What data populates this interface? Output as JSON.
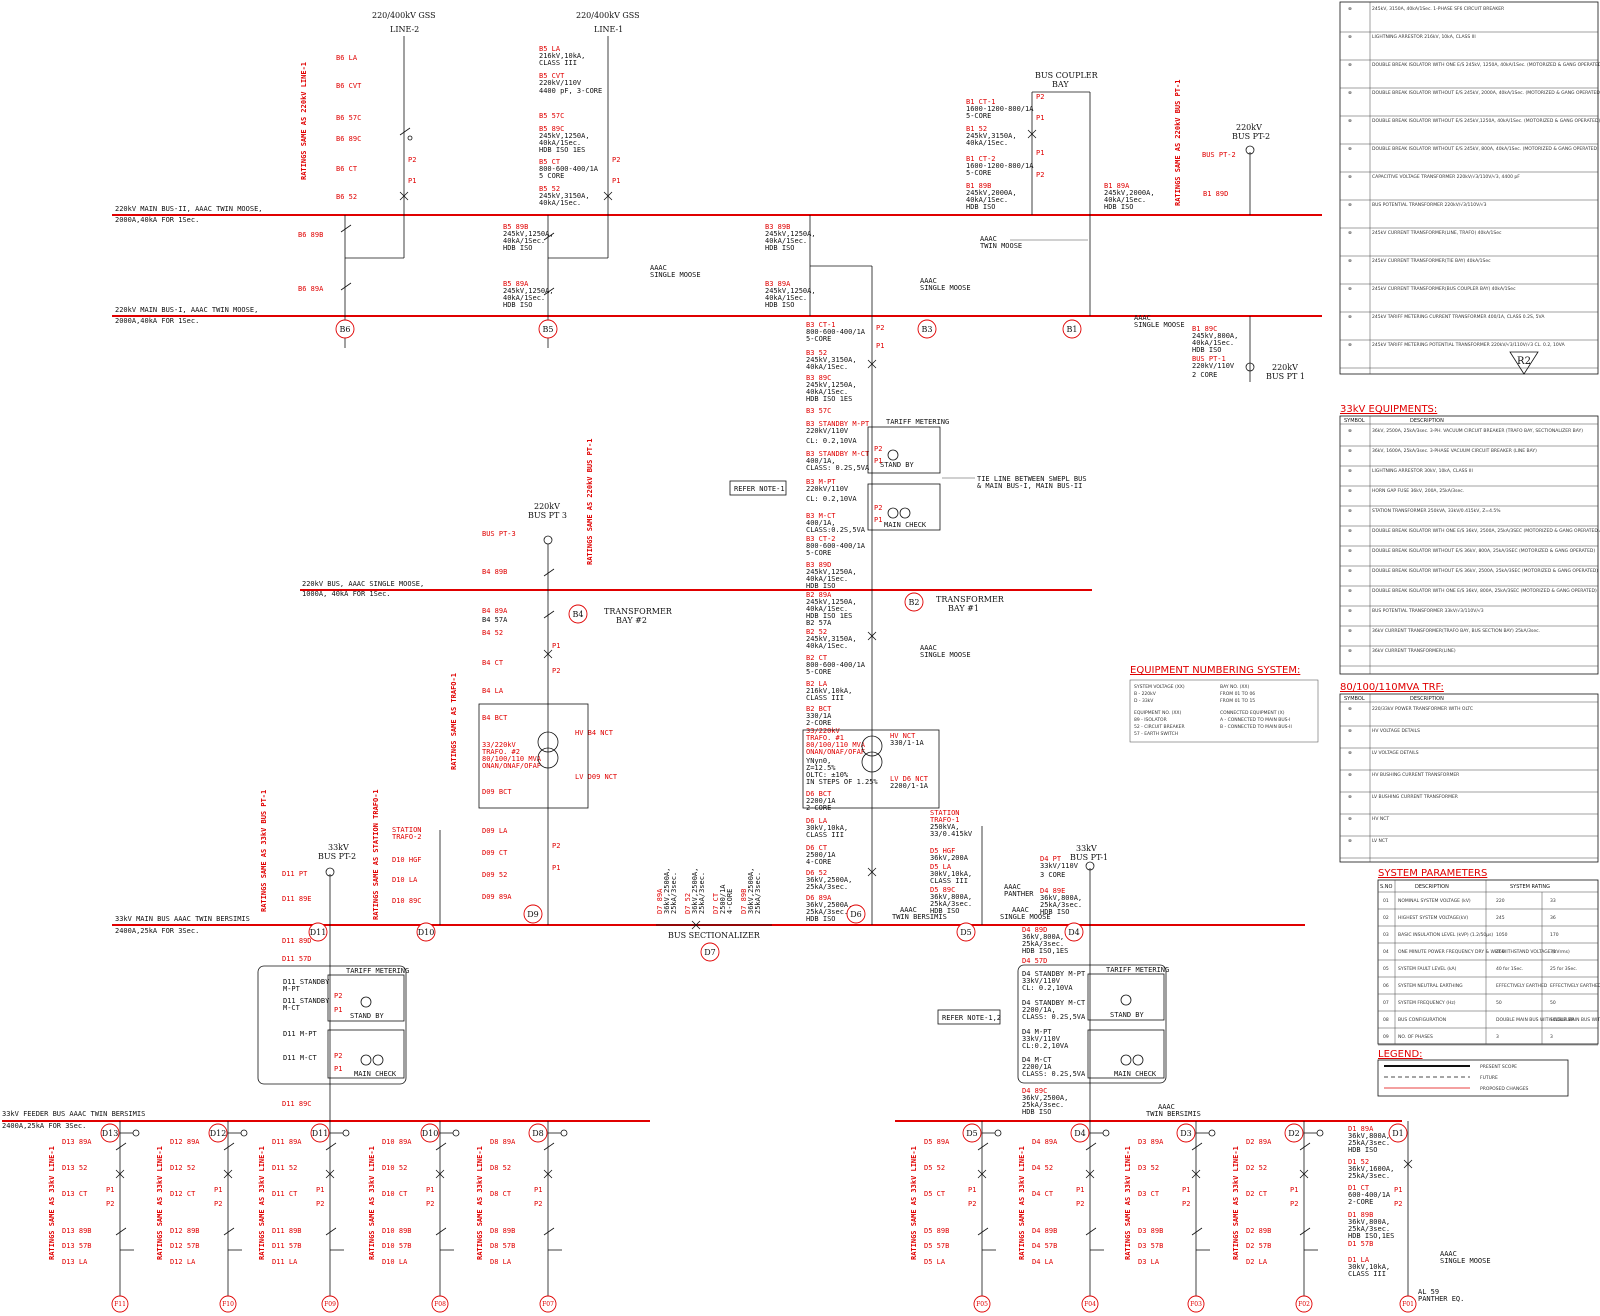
{
  "colors": {
    "bus": "#e00000",
    "label": "#e00000",
    "text": "#111111"
  },
  "top": {
    "gss_line2": "220/400kV GSS",
    "line2": "LINE-2",
    "gss_line1": "220/400kV GSS",
    "line1": "LINE-1",
    "bus_coupler": "BUS COUPLER",
    "bay": "BAY",
    "bus_pt2": "220kV",
    "bus_pt2b": "BUS PT-2",
    "bus_pt1": "220kV",
    "bus_pt1b": "BUS PT 1"
  },
  "buses": {
    "main2_a": "220kV MAIN BUS-II, AAAC TWIN MOOSE,",
    "main2_b": "2000A,40kA FOR 1Sec.",
    "main1_a": "220kV MAIN BUS-I, AAAC TWIN MOOSE,",
    "main1_b": "2000A,40kA FOR 1Sec.",
    "b220_a": "220kV BUS, AAAC SINGLE MOOSE,",
    "b220_b": "1000A, 40kA FOR 1Sec.",
    "b33_a": "33kV MAIN BUS AAAC TWIN BERSIMIS",
    "b33_b": "2400A,25kA FOR 3Sec.",
    "feeder_a": "33kV FEEDER BUS AAAC TWIN BERSIMIS",
    "feeder_b": "2400A,25kA FOR 3Sec."
  },
  "bay_labels": {
    "b6": [
      "B6 LA",
      "B6 CVT",
      "B6 57C",
      "B6 89C",
      "B6 CT",
      "B6 52",
      "B6 89B",
      "B6 89A"
    ],
    "b5": [
      "B5 LA",
      "216kV,10kA,",
      "CLASS III",
      "B5 CVT",
      "220kV/110V",
      "4400 pF, 3-CORE",
      "B5 57C",
      "B5 89C",
      "245kV,1250A,",
      "40kA/1Sec.",
      "HDB ISO 1ES",
      "B5 CT",
      "800-600-400/1A",
      "5 CORE",
      "B5 52",
      "245kV,3150A,",
      "40kA/1Sec.",
      "B5 89B",
      "245kV,1250A,",
      "40kA/1Sec.",
      "HDB ISO",
      "B5 89A",
      "245kV,1250A,",
      "40kA/1Sec.",
      "HDB ISO"
    ],
    "b1": [
      "B1 CT-1",
      "1600-1200-800/1A",
      "5-CORE",
      "B1 52",
      "245kV,3150A,",
      "40kA/1Sec.",
      "B1 CT-2",
      "1600-1200-800/1A",
      "5-CORE",
      "B1 89B",
      "245kV,2000A,",
      "40kA/1Sec.",
      "HDB ISO",
      "B1 89A",
      "245kV,2000A,",
      "40kA/1Sec.",
      "HDB ISO"
    ],
    "b3": [
      "B3 89B",
      "245kV,1250A,",
      "40kA/1Sec.",
      "HDB ISO",
      "B3 89A",
      "245kV,1250A,",
      "40kA/1Sec.",
      "HDB ISO",
      "B3 CT-1",
      "800-600-400/1A",
      "5-CORE",
      "B3 52",
      "245kV,3150A,",
      "40kA/1Sec.",
      "B3 89C",
      "245kV,1250A,",
      "40kA/1Sec.",
      "HDB ISO 1ES",
      "B3 57C",
      "B3 STANDBY M-PT",
      "220kV/110V",
      "CL: 0.2,10VA",
      "B3 STANDBY M-CT",
      "400/1A,",
      "CLASS: 0.2S,5VA",
      "B3 M-PT",
      "220kV/110V",
      "CL: 0.2,10VA",
      "B3 M-CT",
      "400/1A,",
      "CLASS:0.2S,5VA",
      "B3 CT-2",
      "800-600-400/1A",
      "5-CORE",
      "B3 89D",
      "245kV,1250A,",
      "40kA/1Sec.",
      "HDB ISO"
    ],
    "b2": [
      "B2 89A",
      "245kV,1250A,",
      "40kA/1Sec.",
      "HDB ISO 1ES",
      "B2 57A",
      "B2 52",
      "245kV,3150A,",
      "40kA/1Sec.",
      "B2 CT",
      "800-600-400/1A",
      "5-CORE",
      "B2 LA",
      "216kV,10kA,",
      "CLASS III",
      "B2 BCT",
      "330/1A",
      "2-CORE",
      "33/220kV",
      "TRAFO. #1",
      "80/100/110 MVA",
      "ONAN/ONAF/OFAF",
      "YNyn0,",
      "Z=12.5%",
      "OLTC: ±10%",
      "IN STEPS OF 1.25%",
      "HV NCT",
      "330/1-1A",
      "LV D6 NCT",
      "2200/1-1A",
      "D6 BCT",
      "2200/1A",
      "2-CORE",
      "D6 LA",
      "30kV,10kA,",
      "CLASS III",
      "D6 CT",
      "2500/1A",
      "4-CORE",
      "D6 52",
      "36kV,2500A,",
      "25kA/3sec.",
      "D6 89A",
      "36kV,2500A,",
      "25kA/3sec.",
      "HDB ISO"
    ],
    "b4": [
      "BUS PT-3",
      "B4 89B",
      "B4 89A",
      "B4 57A",
      "B4 52",
      "B4 CT",
      "B4 LA",
      "B4 BCT",
      "33/220kV",
      "TRAFO. #2",
      "80/100/110 MVA",
      "ONAN/ONAF/OFAF",
      "HV B4 NCT",
      "LV D09 NCT",
      "D09 BCT",
      "D09 LA",
      "D09 CT",
      "D09 52",
      "D09 89A"
    ],
    "d10": [
      "STATION",
      "TRAFO-2",
      "D10 HGF",
      "D10 LA",
      "D10 89C"
    ],
    "d11": [
      "D11 PT",
      "D11 89E",
      "D11 89D",
      "D11 57D",
      "D11 STANDBY",
      "M-PT",
      "D11 STANDBY",
      "M-CT",
      "D11 M-PT",
      "D11 M-CT",
      "D11 89C"
    ],
    "d5": [
      "STATION",
      "TRAFO-1",
      "250kVA,",
      "33/0.415kV",
      "D5 HGF",
      "36kV,200A",
      "D5 LA",
      "30kV,10kA,",
      "CLASS III",
      "D5 89C",
      "36kV,800A,",
      "25kA/3sec.",
      "HDB ISO"
    ],
    "d4": [
      "D4 PT",
      "33kV/110V",
      "3 CORE",
      "D4 89E",
      "36kV,800A,",
      "25kA/3sec.",
      "HDB ISO",
      "D4 89D",
      "36kV,800A,",
      "25kA/3sec.",
      "HDB ISO,1ES",
      "D4 57D",
      "D4 STANDBY M-PT",
      "33kV/110V",
      "CL: 0.2,10VA",
      "D4 STANDBY M-CT",
      "2200/1A,",
      "CLASS: 0.2S,5VA",
      "D4 M-PT",
      "33kV/110V",
      "CL:0.2,10VA",
      "D4 M-CT",
      "2200/1A",
      "CLASS: 0.2S,5VA",
      "D4 89C",
      "36kV,2500A,",
      "25kA/3sec.",
      "HDB ISO"
    ],
    "d7": [
      "D7 89A",
      "36kV,2500A,",
      "25kA/3sec.",
      "D7 52",
      "36kV,2500A,",
      "25kA/3sec.",
      "D7 CT",
      "2500/1A",
      "4-CORE",
      "D7 89B",
      "36kV,2500A,",
      "25kA/3sec."
    ],
    "b1pt": [
      "B1 89C",
      "245kV,800A,",
      "40kA/1Sec.",
      "HDB ISO",
      "BUS PT-1",
      "220kV/110V",
      "2 CORE"
    ],
    "b2pt": [
      "BUS PT-2",
      "B1 89D"
    ]
  },
  "notes": {
    "tariff1": "TARIFF METERING",
    "standby1": "STAND BY",
    "main_check1": "MAIN CHECK",
    "tariff2": "TARIFF METERING",
    "standby2": "STAND BY",
    "main_check2": "MAIN CHECK",
    "tariff3": "TARIFF METERING",
    "standby3": "STAND BY",
    "main_check3": "MAIN CHECK",
    "refer1": "REFER NOTE-1",
    "refer12": "REFER NOTE-1,2",
    "tie_a": "TIE LINE BETWEEN SWEPL BUS",
    "tie_b": "& MAIN BUS-I, MAIN BUS-II",
    "trafo_bay2": "TRANSFORMER",
    "trafo_bay2b": "BAY #2",
    "trafo_bay1": "TRANSFORMER",
    "trafo_bay1b": "BAY #1",
    "bus_pt3": "220kV",
    "bus_pt3b": "BUS PT 3",
    "bus_pt33_2": "33kV",
    "bus_pt33_2b": "BUS PT-2",
    "bus_pt33_1": "33kV",
    "bus_pt33_1b": "BUS PT-1",
    "sectionalizer": "BUS SECTIONALIZER",
    "aaac_single": "AAAC",
    "aaac_single_b": "SINGLE MOOSE",
    "aaac_twin": "AAAC",
    "aaac_twin_b": "TWIN MOOSE",
    "aaac_twin_bers": "AAAC",
    "aaac_twin_bers_b": "TWIN BERSIMIS",
    "aaac_panther": "AAAC",
    "aaac_panther_b": "PANTHER",
    "al59": "AL 59",
    "al59b": "PANTHER EQ.",
    "ratings_line1": "RATINGS SAME AS 220kV LINE-1",
    "ratings_buspt1": "RATINGS SAME AS 220kV BUS PT-1",
    "ratings_trafo1": "RATINGS SAME AS TRAFO-1",
    "ratings_33buspt1": "RATINGS SAME AS 33kV BUS PT-1",
    "ratings_station1": "RATINGS SAME AS STATION TRAFO-1",
    "ratings_33line1": "RATINGS SAME AS 33kV LINE-1"
  },
  "bubbles": [
    "B6",
    "B5",
    "B3",
    "B1",
    "B2",
    "B4",
    "D9",
    "D6",
    "D5",
    "D4",
    "D7",
    "D10",
    "D11"
  ],
  "feeder_bubbles_left": [
    "D13",
    "D12",
    "D11",
    "D10",
    "D8"
  ],
  "feeder_bubbles_right": [
    "D5",
    "D4",
    "D3",
    "D2",
    "D1"
  ],
  "feeder_ends_left": [
    "F11",
    "F10",
    "F09",
    "F08",
    "F07"
  ],
  "feeder_ends_right": [
    "F05",
    "F04",
    "F03",
    "F02",
    "F01"
  ],
  "feeders_left": [
    [
      "D13 89A",
      "D13 52",
      "D13 CT",
      "D13 89B",
      "D13 57B",
      "D13 LA"
    ],
    [
      "D12 89A",
      "D12 52",
      "D12 CT",
      "D12 89B",
      "D12 57B",
      "D12 LA"
    ],
    [
      "D11 89A",
      "D11 52",
      "D11 CT",
      "D11 89B",
      "D11 57B",
      "D11 LA"
    ],
    [
      "D10 89A",
      "D10 52",
      "D10 CT",
      "D10 89B",
      "D10 57B",
      "D10 LA"
    ],
    [
      "D8 89A",
      "D8 52",
      "D8 CT",
      "D8 89B",
      "D8 57B",
      "D8 LA"
    ]
  ],
  "feeders_right": [
    [
      "D5 89A",
      "D5 52",
      "D5 CT",
      "D5 89B",
      "D5 57B",
      "D5 LA"
    ],
    [
      "D4 89A",
      "D4 52",
      "D4 CT",
      "D4 89B",
      "D4 57B",
      "D4 LA"
    ],
    [
      "D3 89A",
      "D3 52",
      "D3 CT",
      "D3 89B",
      "D3 57B",
      "D3 LA"
    ],
    [
      "D2 89A",
      "D2 52",
      "D2 CT",
      "D2 89B",
      "D2 57B",
      "D2 LA"
    ]
  ],
  "d1_feeder": [
    "D1 89A",
    "36kV,800A,",
    "25kA/3sec.",
    "HDB ISO",
    "D1 52",
    "36kV,1600A,",
    "25kA/3sec.",
    "D1 CT",
    "600-400/1A",
    "2-CORE",
    "D1 89B",
    "36kV,800A,",
    "25kA/3sec.",
    "HDB ISO,1ES",
    "D1 57B",
    "D1 LA",
    "30kV,10kA,",
    "CLASS III"
  ],
  "legend_220": {
    "rows": [
      "245kV, 3150A, 40kA/1Sec. 1-PHASE SF6 CIRCUIT BREAKER",
      "LIGHTNING ARRESTOR 216kV, 10kA, CLASS III",
      "DOUBLE BREAK ISOLATOR WITH ONE E/S 245kV, 1250A, 40kA/1Sec. (MOTORIZED & GANG OPERATED AT/ES MANUAL)",
      "DOUBLE BREAK ISOLATOR WITHOUT E/S 245kV, 2000A, 40kA/1Sec. (MOTORIZED & GANG OPERATED)",
      "DOUBLE BREAK ISOLATOR WITHOUT E/S 245kV,1250A, 40kA/1Sec. (MOTORIZED & GANG OPERATED)",
      "DOUBLE BREAK ISOLATOR WITHOUT E/S 245kV, 800A, 40kA/1Sec. (MOTORIZED & GANG OPERATED)",
      "CAPACITIVE VOLTAGE TRANSFORMER 220kV/√3/110V/√3, 4400 pF",
      "BUS POTENTIAL TRANSFORMER 220kV/√3/110V/√3",
      "245kV CURRENT TRANSFORMER(LINE, TRAFO) 40kA/1Sec",
      "245kV CURRENT TRANSFORMER(TIE BAY) 40kA/1Sec",
      "245kV CURRENT TRANSFORMER(BUS COUPLER BAY) 40kA/1Sec",
      "245kV TARIFF METERING CURRENT TRANSFORMER 400/1A, CLASS 0.2S, 5VA",
      "245kV TARIFF METERING POTENTIAL TRANSFORMER 220kV/√3/110V/√3 CL. 0.2, 10VA"
    ],
    "r2": "R2"
  },
  "legend_33": {
    "title": "33kV EQUIPMENTS:",
    "col_symbol": "SYMBOL",
    "col_desc": "DESCRIPTION",
    "rows": [
      "36kV, 2500A, 25kA/3sec. 3-PH. VACUUM CIRCUIT BREAKER (TRAFO BAY, SECTIONALIZER BAY)",
      "36kV, 1600A, 25kA/3sec. 3-PHASE VACUUM CIRCUIT BREAKER (LINE BAY)",
      "LIGHTNING ARRESTOR 30kV, 10kA, CLASS III",
      "HORN GAP FUSE 36kV, 200A, 25kA/3sec.",
      "STATION TRANSFORMER 250kVA, 33kV/0.415kV, Z=4.5%",
      "DOUBLE BREAK ISOLATOR WITH ONE E/S 36kV, 2500A, 25kA/3SEC (MOTORIZED & GANG OPERATED AT/ES MANUAL)",
      "DOUBLE BREAK ISOLATOR WITHOUT E/S 36kV, 800A, 25kA/3SEC (MOTORIZED & GANG OPERATED)",
      "DOUBLE BREAK ISOLATOR WITHOUT E/S 36kV, 2500A, 25kA/3SEC (MOTORIZED & GANG OPERATED)",
      "DOUBLE BREAK ISOLATOR WITH ONE E/S 36kV, 800A, 25kA/3SEC (MOTORIZED & GANG OPERATED)",
      "BUS POTENTIAL TRANSFORMER 33kV/√3/110V/√3",
      "36kV CURRENT TRANSFORMER(TRAFO BAY, BUS SECTION BAY) 25kA/3sec.",
      "36kV CURRENT TRANSFORMER(LINE)"
    ]
  },
  "numbering": {
    "title": "EQUIPMENT NUMBERING SYSTEM:",
    "rows": [
      "SYSTEM VOLTAGE (XX)",
      "B - 220kV",
      "D - 33kV",
      "BAY NO. (XX)",
      "FROM 01 TO 06",
      "FROM 01 TO 15",
      "EQUIPMENT NO. (XX)",
      "89 - ISOLATOR",
      "52 - CIRCUIT BREAKER",
      "57 - EARTH SWITCH",
      "CONNECTED EQUIPMENT (X)",
      "A - CONNECTED TO MAIN BUS-I",
      "B - CONNECTED TO MAIN BUS-II"
    ]
  },
  "trf": {
    "title": "80/100/110MVA TRF:",
    "col_symbol": "SYMBOL",
    "col_desc": "DESCRIPTION",
    "rows": [
      "220/33kV POWER TRANSFORMER WITH OLTC",
      "HV VOLTAGE DETAILS",
      "LV VOLTAGE DETAILS",
      "HV BUSHING CURRENT TRANSFORMER",
      "LV BUSHING CURRENT TRANSFORMER",
      "HV NCT",
      "LV NCT"
    ]
  },
  "sysparams": {
    "title": "SYSTEM PARAMETERS",
    "col_sno": "S.NO",
    "col_desc": "DESCRIPTION",
    "col_rating": "SYSTEM RATING",
    "rows": [
      [
        "01",
        "NOMINAL SYSTEM VOLTAGE (kV)",
        "220",
        "33"
      ],
      [
        "02",
        "HIGHEST SYSTEM VOLTAGE(kV)",
        "245",
        "36"
      ],
      [
        "03",
        "BASIC INSULATION LEVEL (kVP) (1.2/50µs)",
        "1050",
        "170"
      ],
      [
        "04",
        "ONE MINUTE POWER FREQUENCY DRY & WET WITHSTAND VOLTAGE (kVrms)",
        "460",
        "70"
      ],
      [
        "05",
        "SYSTEM FAULT LEVEL (kA)",
        "40 for 1Sec.",
        "25 for 3Sec."
      ],
      [
        "06",
        "SYSTEM NEUTRAL EARTHING",
        "EFFECTIVELY EARTHED",
        "EFFECTIVELY EARTHED"
      ],
      [
        "07",
        "SYSTEM FREQUENCY (Hz)",
        "50",
        "50"
      ],
      [
        "08",
        "BUS CONFIGURATION",
        "DOUBLE MAIN BUS WITH COUPLER",
        "SINGLE MAIN BUS WITH SECTIONALIZER"
      ],
      [
        "09",
        "NO. OF PHASES",
        "3",
        "3"
      ]
    ]
  },
  "legend": {
    "title": "LEGEND:",
    "rows": [
      "PRESENT SCOPE",
      "FUTURE",
      "PROPOSED CHANGES"
    ]
  }
}
